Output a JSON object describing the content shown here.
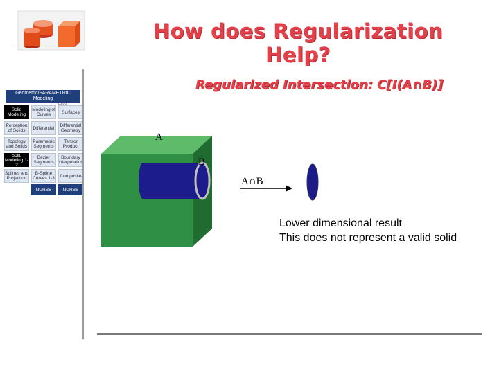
{
  "slide": {
    "title": "How does Regularization Help?",
    "subtitle": "Regularized Intersection: C[I(A∩B)]"
  },
  "sidebar": {
    "header": "Geometric/PARAMETRIC Modeling",
    "top_stub": "PARA",
    "columns": [
      {
        "cells": [
          {
            "label": "Solid Modeling",
            "style": "dark"
          },
          {
            "label": "Perception of Solids",
            "style": "light"
          },
          {
            "label": "Topology and Solids",
            "style": "light"
          },
          {
            "label": "Solid Modeling 1-2",
            "style": "dark"
          },
          {
            "label": "Splines and Projection",
            "style": "light"
          }
        ]
      },
      {
        "cells": [
          {
            "label": "Modeling of Curves",
            "style": "light"
          },
          {
            "label": "Differential",
            "style": "light"
          },
          {
            "label": "Parametric Segments",
            "style": "light"
          },
          {
            "label": "Bezier Segments",
            "style": "light"
          },
          {
            "label": "B-Spline Curves 1-3",
            "style": "light"
          },
          {
            "label": "NURBS",
            "style": "blue"
          }
        ]
      },
      {
        "cells": [
          {
            "label": "Surfaces",
            "style": "light"
          },
          {
            "label": "Differential Geometry",
            "style": "light"
          },
          {
            "label": "Tensor Product",
            "style": "light"
          },
          {
            "label": "Boundary Interpolation",
            "style": "light"
          },
          {
            "label": "Composite",
            "style": "light"
          },
          {
            "label": "NURBS",
            "style": "blue"
          }
        ]
      }
    ]
  },
  "diagram": {
    "label_a": "A",
    "label_b": "B",
    "arrow_label": "A∩B",
    "result_lines": [
      "Lower dimensional result",
      "This does not represent a valid solid"
    ]
  },
  "colors": {
    "title": "#e3404a",
    "cube_front": "#2f8f44",
    "cube_top": "#5dbb6a",
    "cube_side": "#1f6b30",
    "cylinder": "#1c1c8c",
    "ellipse": "#1c1c88",
    "sidebar_header": "#1f3f7a"
  }
}
